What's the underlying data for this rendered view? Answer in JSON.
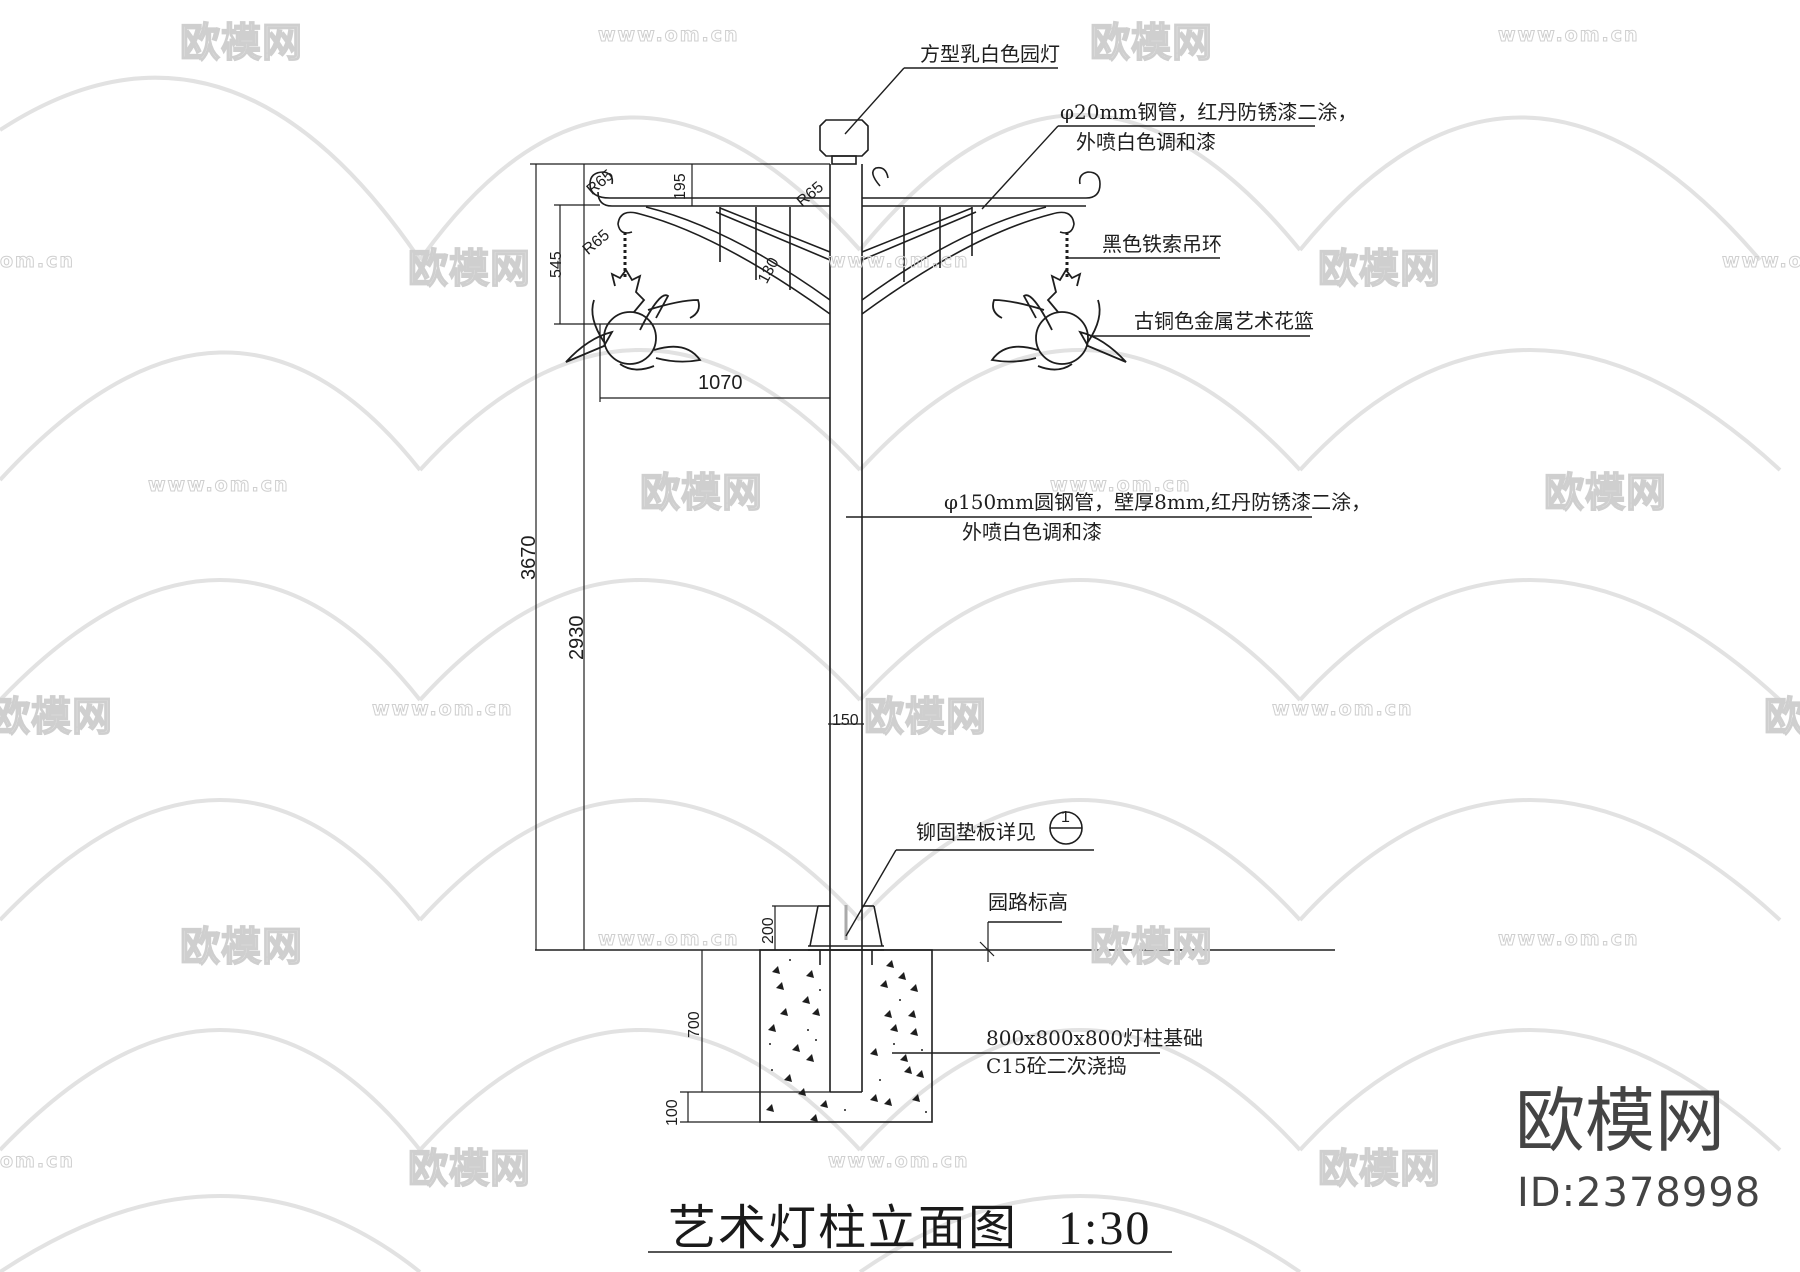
{
  "drawing": {
    "title": "艺术灯柱立面图",
    "scale": "1:30",
    "labels": {
      "lamp_head": "方型乳白色园灯",
      "arm_tube_line1": "φ20mm钢管，红丹防锈漆二涂，",
      "arm_tube_line2": "外喷白色调和漆",
      "chain": "黑色铁索吊环",
      "basket": "古铜色金属艺术花篮",
      "pole_line1": "φ150mm圆钢管，壁厚8mm,红丹防锈漆二涂，",
      "pole_line2": "外喷白色调和漆",
      "anchor_plate": "铆固垫板详见",
      "detail_ref_top": "1",
      "detail_ref_bottom": "—",
      "grade": "园路标高",
      "foundation_line1": "800x800x800灯柱基础",
      "foundation_line2": "C15砼二次浇捣"
    },
    "dimensions": {
      "total_height": "3670",
      "basket_height": "2930",
      "arm_length": "1070",
      "arm_top": "195",
      "arm_drop": "545",
      "radius_1": "R65",
      "radius_2": "R65",
      "radius_3": "R65",
      "brace_spacing": "130",
      "pole_diameter": "150",
      "base_height": "200",
      "footing_depth": "700",
      "footing_bottom": "100"
    }
  },
  "watermark": {
    "brand": "欧模网",
    "url": "www.om.cn",
    "short_url": "om.cn",
    "id": "ID:2378998"
  },
  "colors": {
    "line": "#1e1e1e",
    "watermark": "#d0d0d0",
    "brand": "#444444"
  }
}
